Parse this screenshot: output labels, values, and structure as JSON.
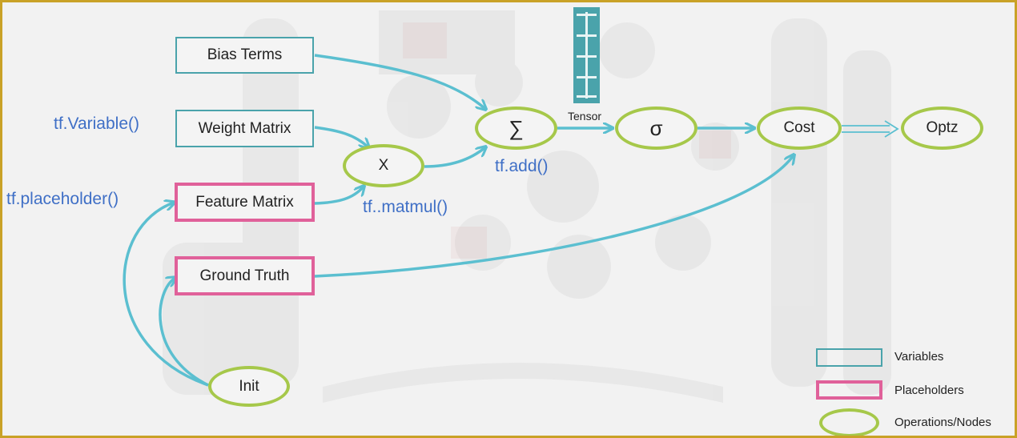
{
  "nodes": {
    "bias_terms": "Bias Terms",
    "weight_matrix": "Weight Matrix",
    "feature_matrix": "Feature Matrix",
    "ground_truth": "Ground Truth",
    "matmul_op": "X",
    "sum_op": "∑",
    "sigma_op": "σ",
    "cost_op": "Cost",
    "optz_op": "Optz",
    "init_op": "Init"
  },
  "code_labels": {
    "variable": "tf.Variable()",
    "placeholder": "tf.placeholder()",
    "matmul": "tf..matmul()",
    "add": "tf.add()"
  },
  "tensor_label": "Tensor",
  "legend": {
    "variables": "Variables",
    "placeholders": "Placeholders",
    "operations": "Operations/Nodes"
  },
  "colors": {
    "variable_border": "#4aa3ab",
    "placeholder_border": "#e0619a",
    "operation_border": "#a6c84a",
    "edge": "#5bbfd0",
    "code_text": "#3f6fc6"
  }
}
